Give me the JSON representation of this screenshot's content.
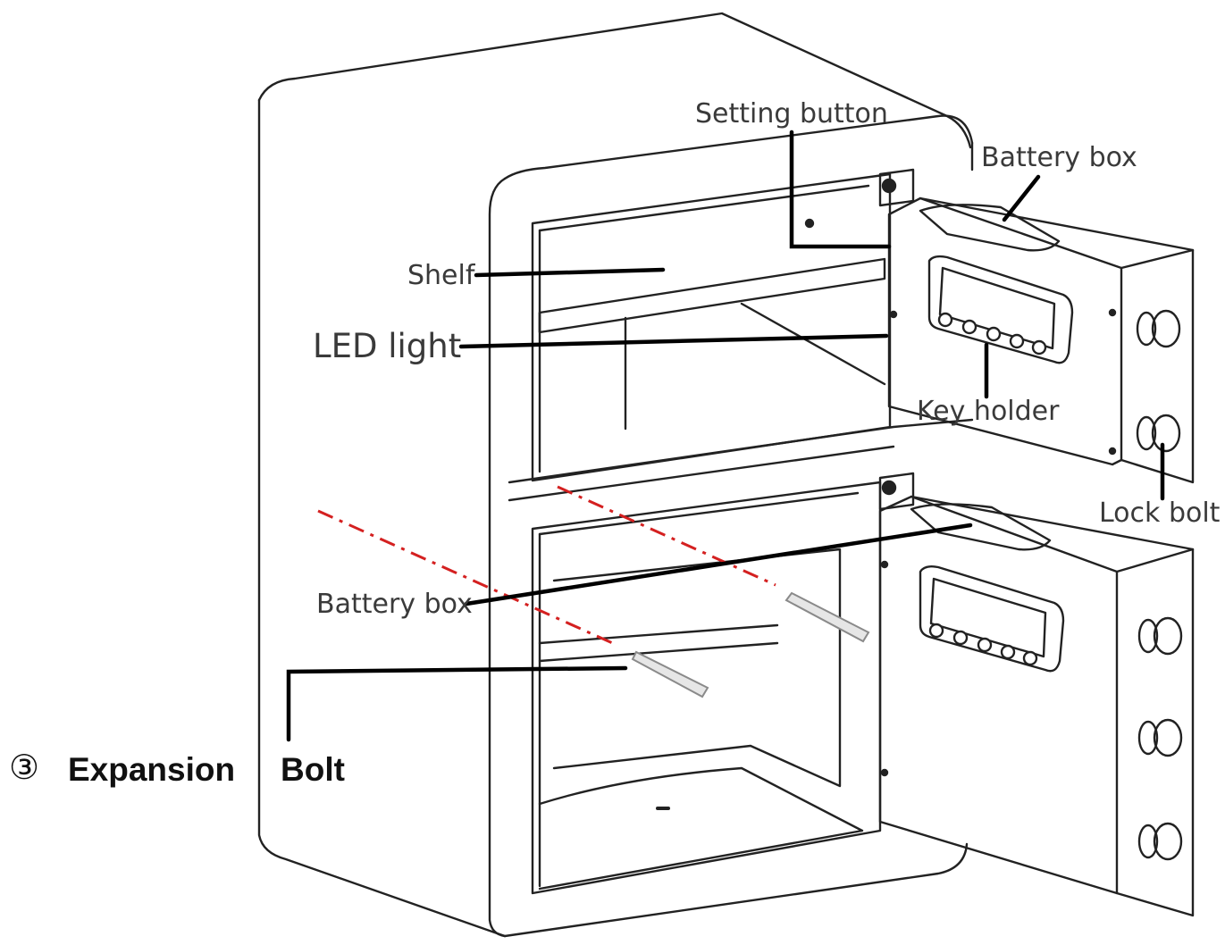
{
  "labels": {
    "setting_button": "Setting button",
    "battery_box_top": "Battery box",
    "shelf": "Shelf",
    "led_light": "LED light",
    "key_holder": "Key holder",
    "lock_bolt": "Lock bolt",
    "battery_box_bottom": "Battery box"
  },
  "caption": {
    "number": "③",
    "title": "Expansion",
    "subtitle": "Bolt"
  },
  "colors": {
    "outline": "#222222",
    "leader": "#000000",
    "guide": "#d42020"
  }
}
